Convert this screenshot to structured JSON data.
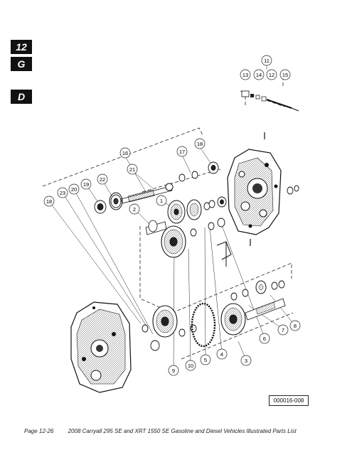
{
  "tabs": {
    "chapter": "12",
    "section": "G",
    "subsection": "D"
  },
  "callouts": [
    "1",
    "2",
    "3",
    "4",
    "5",
    "6",
    "7",
    "8",
    "9",
    "10",
    "11",
    "12",
    "13",
    "14",
    "15",
    "16",
    "17",
    "18",
    "19",
    "20",
    "21",
    "22",
    "23"
  ],
  "reference_code": "000016-008",
  "footer": {
    "page": "Page 12-26",
    "title": "2008 Carryall 295 SE and XRT 1550 SE Gasoline and Diesel Vehicles Illustrated Parts List"
  }
}
